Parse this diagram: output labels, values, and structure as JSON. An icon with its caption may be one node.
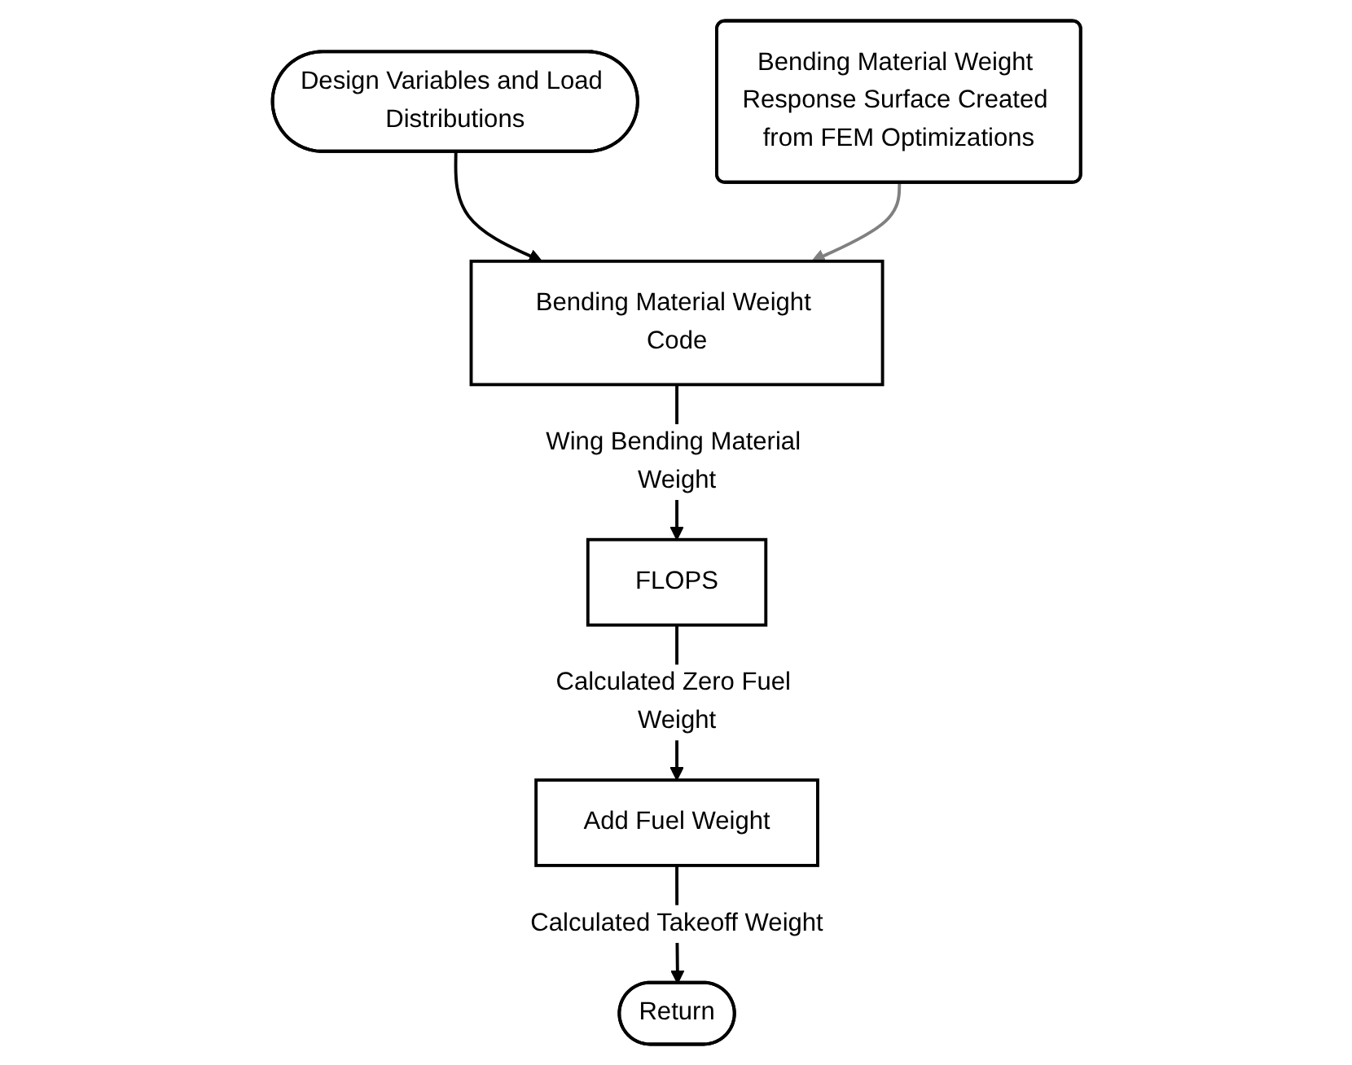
{
  "diagram": {
    "nodes": [
      {
        "text": [
          "Design Variables and Load Distributions"
        ]
      },
      {
        "text": [
          "Bending Material Weight Response Surface Created from FEM Optimizations"
        ]
      },
      {
        "text": [
          "Bending Material Weight Code"
        ]
      },
      {
        "text": [
          "FLOPS"
        ]
      },
      {
        "text": [
          "Add Fuel Weight"
        ]
      },
      {
        "text": [
          "Return"
        ]
      }
    ],
    "edges": [
      {
        "from": 0,
        "to": 2,
        "arrow": "to"
      },
      {
        "from": 1,
        "to": 2,
        "arrow": "to",
        "color": "#808080"
      },
      {
        "from": 2,
        "to": 3,
        "arrow": "to",
        "label": "Wing Bending Material Weight"
      },
      {
        "from": 3,
        "to": 4,
        "arrow": "to",
        "label": "Calculated Zero Fuel Weight"
      },
      {
        "from": 4,
        "to": 5,
        "arrow": "to",
        "label": "Calculated Takeoff Weight"
      }
    ]
  }
}
